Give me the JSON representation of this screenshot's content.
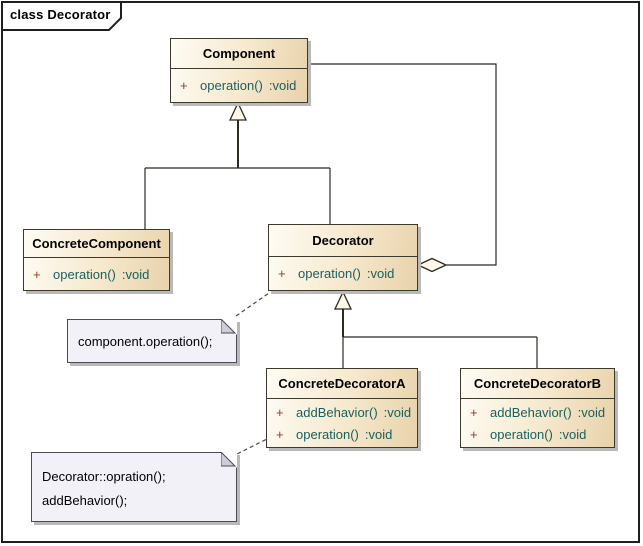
{
  "frame": {
    "label": "class Decorator"
  },
  "classes": {
    "component": {
      "name": "Component",
      "methods": [
        {
          "vis": "+",
          "sig": "operation()",
          "type": ":void"
        }
      ]
    },
    "concreteComponent": {
      "name": "ConcreteComponent",
      "methods": [
        {
          "vis": "+",
          "sig": "operation()",
          "type": ":void"
        }
      ]
    },
    "decorator": {
      "name": "Decorator",
      "methods": [
        {
          "vis": "+",
          "sig": "operation()",
          "type": ":void"
        }
      ]
    },
    "concreteDecoratorA": {
      "name": "ConcreteDecoratorA",
      "methods": [
        {
          "vis": "+",
          "sig": "addBehavior()",
          "type": ":void"
        },
        {
          "vis": "+",
          "sig": "operation()",
          "type": ":void"
        }
      ]
    },
    "concreteDecoratorB": {
      "name": "ConcreteDecoratorB",
      "methods": [
        {
          "vis": "+",
          "sig": "addBehavior()",
          "type": ":void"
        },
        {
          "vis": "+",
          "sig": "operation()",
          "type": ":void"
        }
      ]
    }
  },
  "notes": {
    "note1": {
      "line1": "component.operation();"
    },
    "note2": {
      "line1": "Decorator::opration();",
      "line2": "addBehavior();"
    }
  },
  "colors": {
    "class_fill_light": "#fefcf4",
    "class_fill_dark": "#e8d2ab",
    "class_border": "#3c3a2a",
    "visibility_accent": "#943a2e",
    "type_accent": "#1a5f5d",
    "note_fill": "#f3f1f8",
    "shadow": "#b9b9b9",
    "line": "#2b2b22"
  }
}
